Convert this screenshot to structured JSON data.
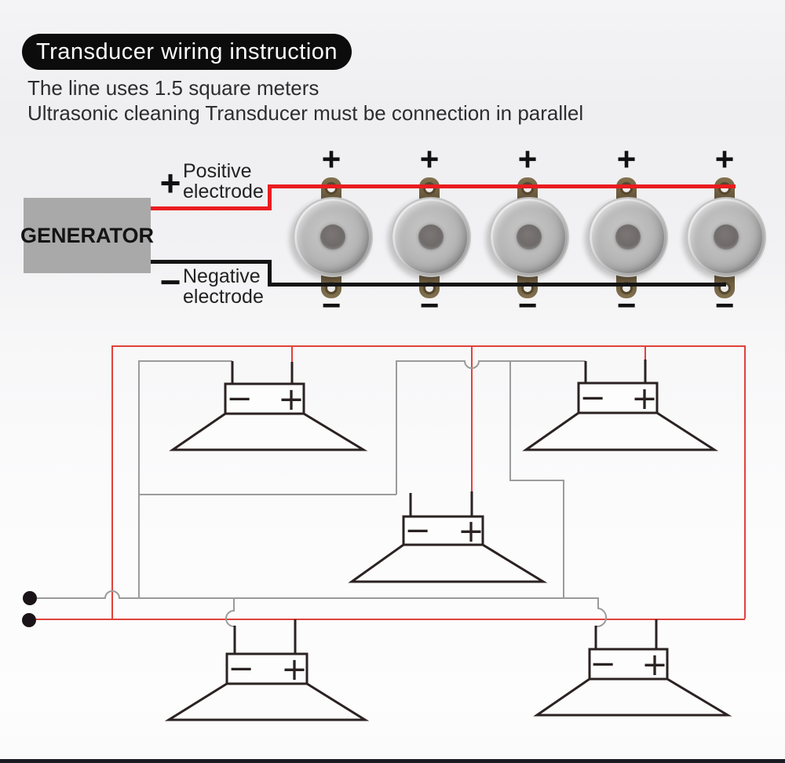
{
  "header": {
    "title": "Transducer wiring instruction",
    "subtitle_line1": "The line uses 1.5 square meters",
    "subtitle_line2": "Ultrasonic cleaning Transducer must be connection in parallel"
  },
  "generator": {
    "label": "GENERATOR"
  },
  "electrodes": {
    "positive": {
      "symbol": "+",
      "line1": "Positive",
      "line2": "electrode"
    },
    "negative": {
      "symbol": "−",
      "line1": "Negative",
      "line2": "electrode"
    }
  },
  "transducer_row": {
    "units": [
      {
        "plus": "+",
        "minus": "−"
      },
      {
        "plus": "+",
        "minus": "−"
      },
      {
        "plus": "+",
        "minus": "−"
      },
      {
        "plus": "+",
        "minus": "−"
      },
      {
        "plus": "+",
        "minus": "−"
      }
    ]
  },
  "schematic": {
    "speakers": [
      {
        "minus": "−",
        "plus": "+"
      },
      {
        "minus": "−",
        "plus": "+"
      },
      {
        "minus": "−",
        "plus": "+"
      },
      {
        "minus": "−",
        "plus": "+"
      },
      {
        "minus": "−",
        "plus": "+"
      }
    ]
  },
  "colors": {
    "positive_wire": "#ea1c20",
    "negative_wire": "#141414",
    "schematic_positive": "#e0423a",
    "schematic_negative": "#9b9b9b",
    "lead_black": "#2b2222",
    "generator_fill": "#a9a9a9",
    "tab_brown": "#6a5a3e",
    "title_bg": "#0c0c0c"
  }
}
